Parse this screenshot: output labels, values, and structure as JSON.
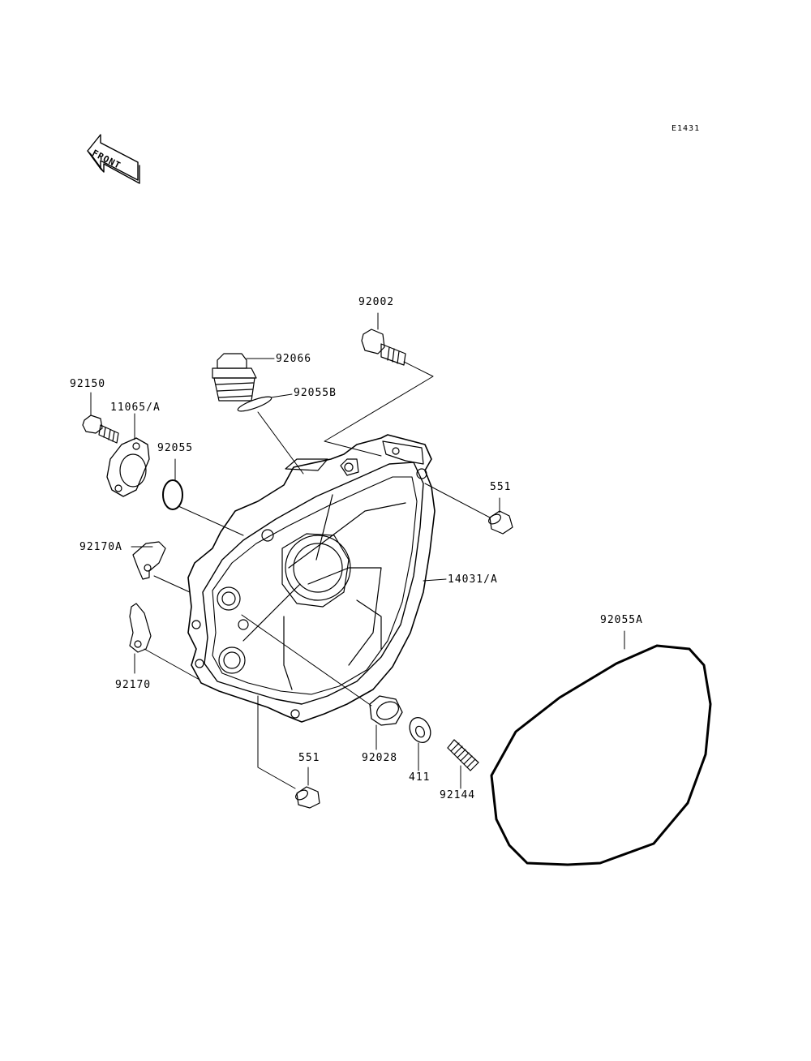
{
  "diagram_code": "E1431",
  "front_arrow_label": "FRONT",
  "part_labels": {
    "p92002": "92002",
    "p92066": "92066",
    "p92055B": "92055B",
    "p92150": "92150",
    "p11065A": "11065/A",
    "p92055": "92055",
    "p551_top": "551",
    "p92170A": "92170A",
    "p14031A": "14031/A",
    "p92055A": "92055A",
    "p92170": "92170",
    "p551_bottom": "551",
    "p92028": "92028",
    "p411": "411",
    "p92144": "92144"
  },
  "line_color": "#000000"
}
